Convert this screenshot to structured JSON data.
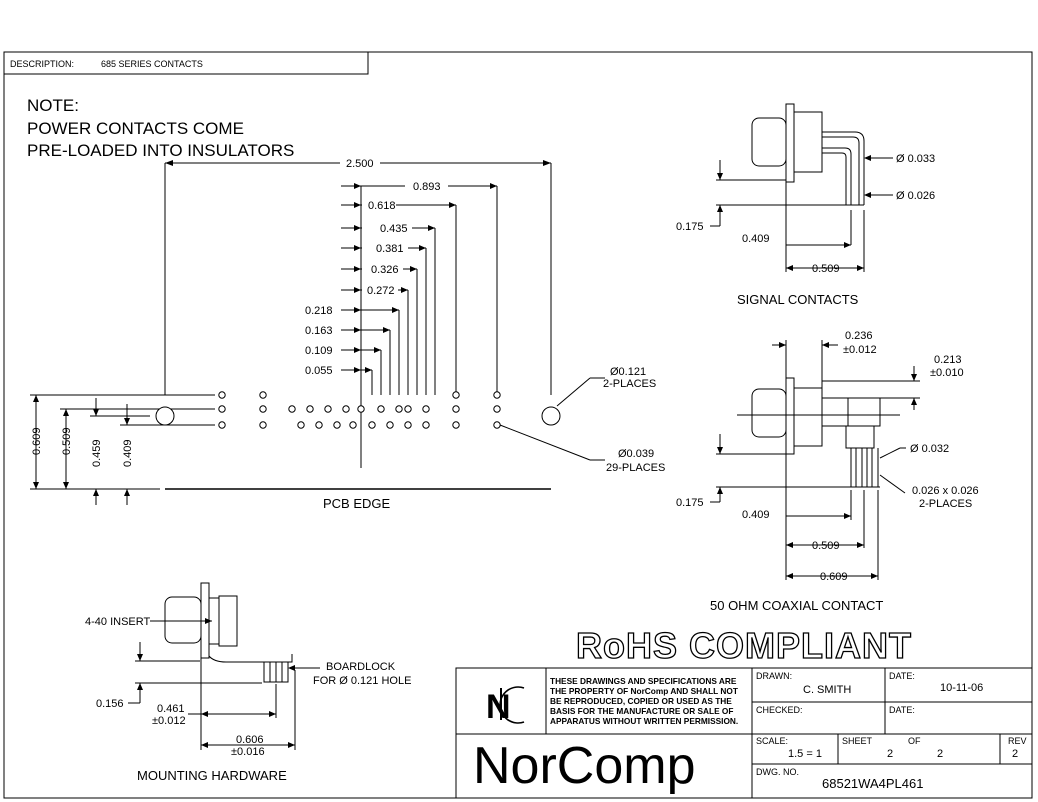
{
  "header": {
    "description_label": "DESCRIPTION:",
    "description_value": "685 SERIES CONTACTS"
  },
  "note": {
    "line1": "NOTE:",
    "line2": "POWER CONTACTS COME",
    "line3": "PRE-LOADED INTO INSULATORS"
  },
  "pcb": {
    "dim_overall": "2.500",
    "dim_893": "0.893",
    "dim_618": "0.618",
    "dim_435": "0.435",
    "dim_381": "0.381",
    "dim_326": "0.326",
    "dim_272": "0.272",
    "dim_218": "0.218",
    "dim_163": "0.163",
    "dim_109": "0.109",
    "dim_055": "0.055",
    "dim_609": "0.609",
    "dim_509": "0.509",
    "dim_459": "0.459",
    "dim_409": "0.409",
    "hole_large_1": "Ø0.121",
    "hole_large_2": "2-PLACES",
    "hole_small_1": "Ø0.039",
    "hole_small_2": "29-PLACES",
    "edge_label": "PCB EDGE"
  },
  "signal": {
    "dia_033": "Ø 0.033",
    "dia_026": "Ø 0.026",
    "dim_175": "0.175",
    "dim_409": "0.409",
    "dim_509": "0.509",
    "title": "SIGNAL CONTACTS"
  },
  "coax": {
    "dim_236": "0.236",
    "dim_236_tol": "±0.012",
    "dim_213": "0.213",
    "dim_213_tol": "±0.010",
    "dia_032": "Ø 0.032",
    "pin_size": "0.026 x 0.026",
    "pin_places": "2-PLACES",
    "dim_175": "0.175",
    "dim_409": "0.409",
    "dim_509": "0.509",
    "dim_609": "0.609",
    "title": "50 OHM COAXIAL CONTACT"
  },
  "hardware": {
    "insert_label": "4-40 INSERT",
    "boardlock_1": "BOARDLOCK",
    "boardlock_2": "FOR Ø 0.121 HOLE",
    "dim_156": "0.156",
    "dim_461": "0.461",
    "dim_461_tol": "±0.012",
    "dim_606": "0.606",
    "dim_606_tol": "±0.016",
    "title": "MOUNTING HARDWARE"
  },
  "rohs": "RoHS COMPLIANT",
  "title_block": {
    "logo_letters": "NC",
    "notice_1": "THESE DRAWINGS AND SPECIFICATIONS ARE",
    "notice_2": "THE PROPERTY OF NorComp AND SHALL NOT",
    "notice_3": "BE REPRODUCED, COPIED OR USED AS THE",
    "notice_4": "BASIS FOR THE MANUFACTURE OR SALE OF",
    "notice_5": "APPARATUS WITHOUT WRITTEN PERMISSION.",
    "drawn_label": "DRAWN:",
    "drawn_value": "C. SMITH",
    "date_label": "DATE:",
    "date_value": "10-11-06",
    "checked_label": "CHECKED:",
    "checked_date_label": "DATE:",
    "brand": "NorComp",
    "scale_label": "SCALE:",
    "scale_value": "1.5 = 1",
    "sheet_label": "SHEET",
    "sheet_value": "2",
    "of_label": "OF",
    "of_value": "2",
    "rev_label": "REV",
    "rev_value": "2",
    "dwg_label": "DWG. NO.",
    "dwg_value": "68521WA4PL461"
  }
}
